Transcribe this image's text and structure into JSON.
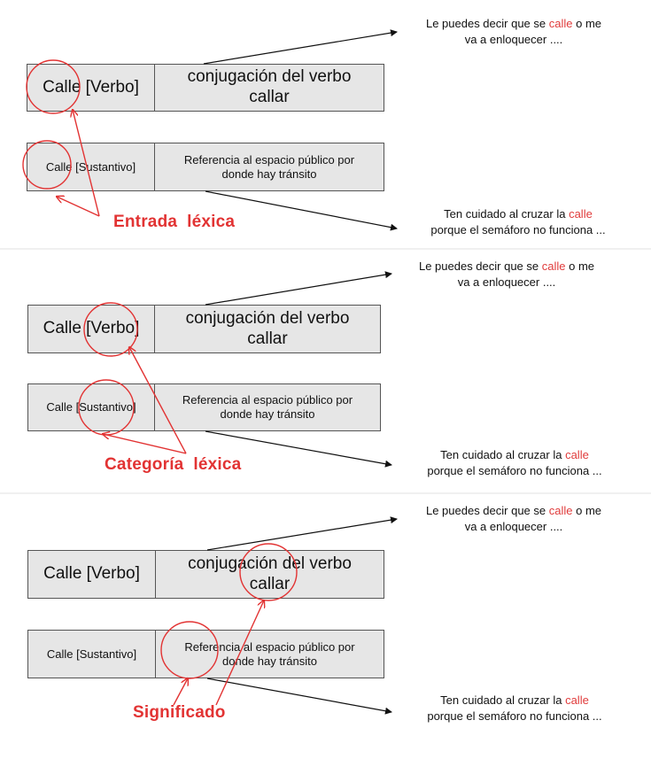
{
  "panels": [
    {
      "verb_row": {
        "word": "Calle [Verbo]",
        "meaning": "conjugación del verbo callar"
      },
      "noun_row": {
        "word": "Calle [Sustantivo]",
        "meaning": "Referencia al espacio público por donde hay tránsito"
      },
      "example_top": {
        "line1_pre": "Le puedes decir que se ",
        "highlight": "calle",
        "line1_post": " o me",
        "line2": "va a enloquecer ...."
      },
      "example_bottom": {
        "line1_pre": "Ten cuidado al cruzar la ",
        "highlight": "calle",
        "line2": "porque el semáforo no funciona ..."
      },
      "label": "Entrada  léxica"
    },
    {
      "verb_row": {
        "word": "Calle [Verbo]",
        "meaning": "conjugación del verbo callar"
      },
      "noun_row": {
        "word": "Calle [Sustantivo]",
        "meaning": "Referencia al espacio público por donde hay tránsito"
      },
      "example_top": {
        "line1_pre": "Le puedes decir que se ",
        "highlight": "calle",
        "line1_post": " o me",
        "line2": "va a enloquecer ...."
      },
      "example_bottom": {
        "line1_pre": "Ten cuidado al cruzar la ",
        "highlight": "calle",
        "line2": "porque el semáforo no funciona ..."
      },
      "label": "Categoría  léxica"
    },
    {
      "verb_row": {
        "word": "Calle [Verbo]",
        "meaning": "conjugación del verbo callar"
      },
      "noun_row": {
        "word": "Calle [Sustantivo]",
        "meaning": "Referencia al espacio público por donde hay tránsito"
      },
      "example_top": {
        "line1_pre": "Le puedes decir que se ",
        "highlight": "calle",
        "line1_post": " o me",
        "line2": "va a enloquecer ...."
      },
      "example_bottom": {
        "line1_pre": "Ten cuidado al cruzar la ",
        "highlight": "calle",
        "line2": "porque el semáforo no funciona ..."
      },
      "label": "Significado"
    }
  ],
  "colors": {
    "annotation": "#e23333",
    "highlight": "#e03b3b",
    "box_fill": "#e6e6e6",
    "box_border": "#555555"
  }
}
